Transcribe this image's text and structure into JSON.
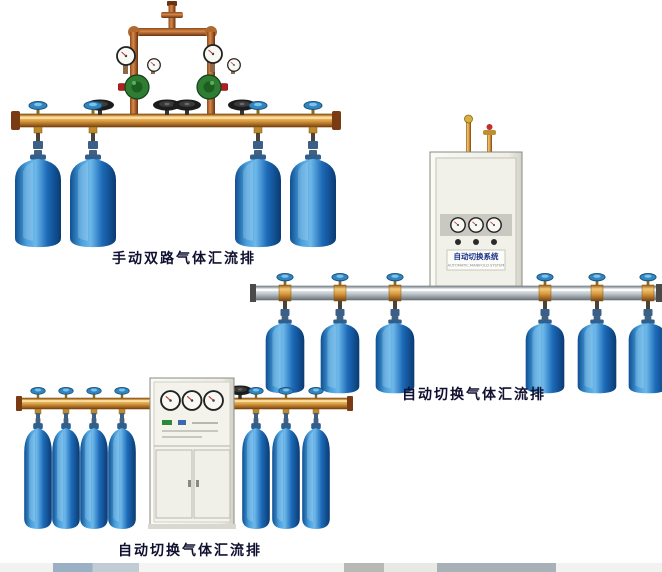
{
  "page": {
    "background": "#ffffff"
  },
  "products": [
    {
      "name": "manual-dual-gas-manifold",
      "caption": "手动双路气体汇流排"
    },
    {
      "name": "auto-switch-gas-manifold-wall",
      "caption": "自动切换气体汇流排",
      "cabinet": {
        "label": "自动切换系统",
        "sublabel": "AUTOMATIC MANIFOLD SYSTEM"
      }
    },
    {
      "name": "auto-switch-gas-manifold-cabinet",
      "caption": "自动切换气体汇流排"
    }
  ],
  "colors": {
    "caption_text": "#101030",
    "cylinder_blue": "#1c6ab8",
    "brass_pipe": "#d89a3e",
    "copper_pipe": "#b06a30",
    "silver_pipe": "#b8c0c6",
    "cabinet_body": "#f1f1ea",
    "cabinet_label_text": "#16308a",
    "valve_knob_blue": "#2f86c0",
    "handwheel_black": "#1c1c1c"
  }
}
